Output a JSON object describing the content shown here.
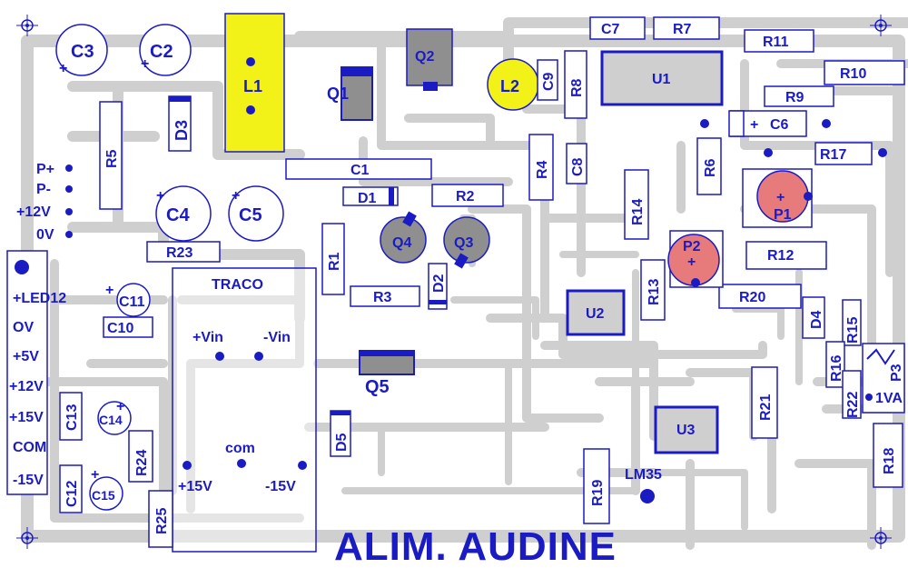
{
  "title": "ALIM. AUDINE",
  "colors": {
    "board": "#ffffff",
    "track": "#cfcfcf",
    "silk": "#1b1bc4",
    "inductor_fill": "#f2f219",
    "trimmer_fill": "#e77a7a",
    "transistor_fill": "#8f8f8f"
  },
  "components": {
    "C1": "C1",
    "C2": "C2",
    "C3": "C3",
    "C4": "C4",
    "C5": "C5",
    "C6": "C6",
    "C7": "C7",
    "C8": "C8",
    "C9": "C9",
    "C10": "C10",
    "C11": "C11",
    "C12": "C12",
    "C13": "C13",
    "C14": "C14",
    "C15": "C15",
    "R1": "R1",
    "R2": "R2",
    "R3": "R3",
    "R4": "R4",
    "R5": "R5",
    "R6": "R6",
    "R7": "R7",
    "R8": "R8",
    "R9": "R9",
    "R10": "R10",
    "R11": "R11",
    "R12": "R12",
    "R13": "R13",
    "R14": "R14",
    "R15": "R15",
    "R16": "R16",
    "R17": "R17",
    "R18": "R18",
    "R19": "R19",
    "R20": "R20",
    "R21": "R21",
    "R22": "R22",
    "R23": "R23",
    "R24": "R24",
    "R25": "R25",
    "D1": "D1",
    "D2": "D2",
    "D3": "D3",
    "D4": "D4",
    "D5": "D5",
    "Q1": "Q1",
    "Q2": "Q2",
    "Q3": "Q3",
    "Q4": "Q4",
    "Q5": "Q5",
    "L1": "L1",
    "L2": "L2",
    "U1": "U1",
    "U2": "U2",
    "U3": "U3",
    "P1": "P1",
    "P2": "P2",
    "P3": "P3",
    "TRACO": "TRACO",
    "LM35": "LM35"
  },
  "connector_left": [
    "P+",
    "P-",
    "+12V",
    "0V"
  ],
  "connector_bottom": [
    "+LED12",
    "OV",
    "+5V",
    "+12V",
    "+15V",
    "COM",
    "-15V"
  ],
  "traco_pins": [
    "+Vin",
    "-Vin",
    "com",
    "+15V",
    "-15V"
  ],
  "p3_label": "1VA"
}
